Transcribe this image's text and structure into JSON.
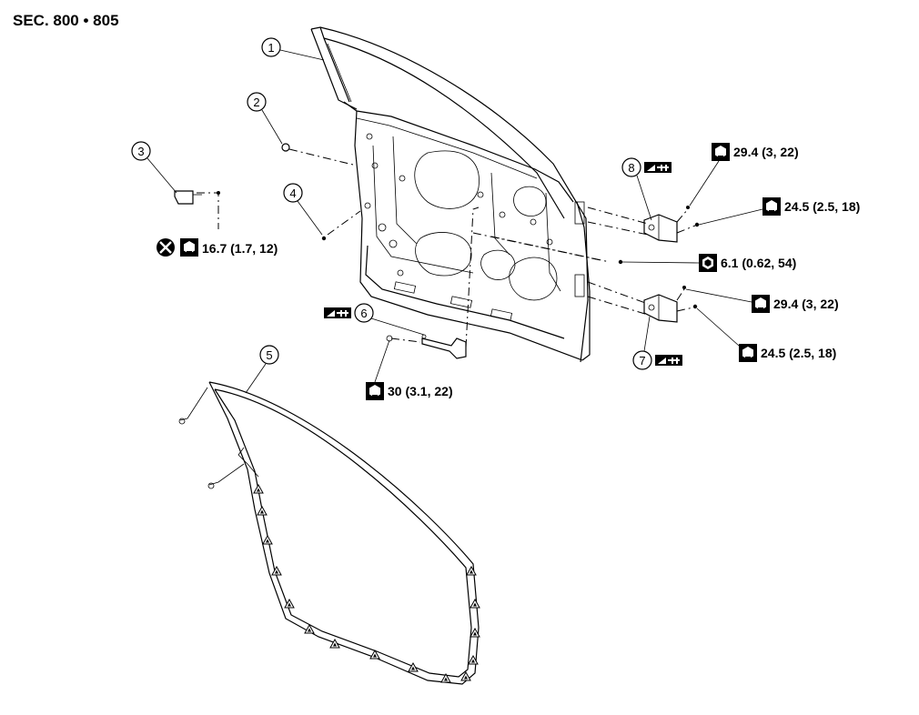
{
  "section_title": "SEC. 800 • 805",
  "callouts": [
    "1",
    "2",
    "3",
    "4",
    "5",
    "6",
    "7",
    "8"
  ],
  "torques": {
    "hinge_upper_bolt": "29.4 (3, 22)",
    "hinge_upper_nut": "24.5 (2.5, 18)",
    "check_link_bolt": "6.1 (0.62, 54)",
    "hinge_lower_bolt": "29.4 (3, 22)",
    "hinge_lower_nut": "24.5 (2.5, 18)",
    "check_link_body_bolt": "30 (3.1, 22)",
    "striker_bolt": "16.7 (1.7, 12)"
  },
  "icons": {
    "torque": "torque-wrench-symbol",
    "torque_solid": "torque-wrench-filled-symbol",
    "do_not_reuse": "do-not-reuse-symbol",
    "grease": "grease-application-symbol"
  },
  "colors": {
    "ink": "#000000",
    "paper": "#ffffff"
  }
}
